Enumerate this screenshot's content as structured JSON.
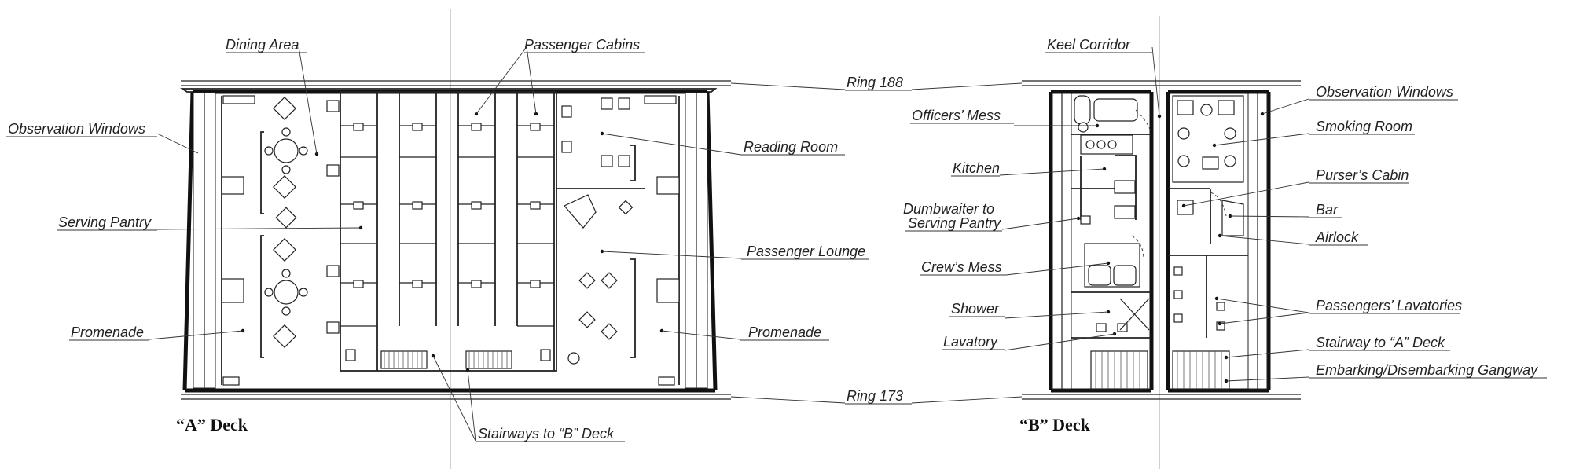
{
  "labels": {
    "dining_area": "Dining Area",
    "passenger_cabins": "Passenger Cabins",
    "ring_188": "Ring 188",
    "keel_corridor": "Keel Corridor",
    "observation_windows_a": "Observation Windows",
    "reading_room": "Reading Room",
    "serving_pantry": "Serving Pantry",
    "passenger_lounge": "Passenger Lounge",
    "promenade_left": "Promenade",
    "promenade_right": "Promenade",
    "ring_173": "Ring 173",
    "stairways_to_b": "Stairways to “B” Deck",
    "officers_mess": "Officers’ Mess",
    "kitchen": "Kitchen",
    "dumbwaiter_line1": "Dumbwaiter to",
    "dumbwaiter_line2": "Serving Pantry",
    "crews_mess": "Crew’s Mess",
    "shower": "Shower",
    "lavatory": "Lavatory",
    "observation_windows_b": "Observation Windows",
    "smoking_room": "Smoking Room",
    "pursers_cabin": "Purser’s Cabin",
    "bar": "Bar",
    "airlock": "Airlock",
    "passengers_lavatories": "Passengers’ Lavatories",
    "stairway_to_a": "Stairway to “A” Deck",
    "gangway": "Embarking/Disembarking Gangway"
  },
  "decks": {
    "a_deck": "“A” Deck",
    "b_deck": "“B” Deck"
  }
}
